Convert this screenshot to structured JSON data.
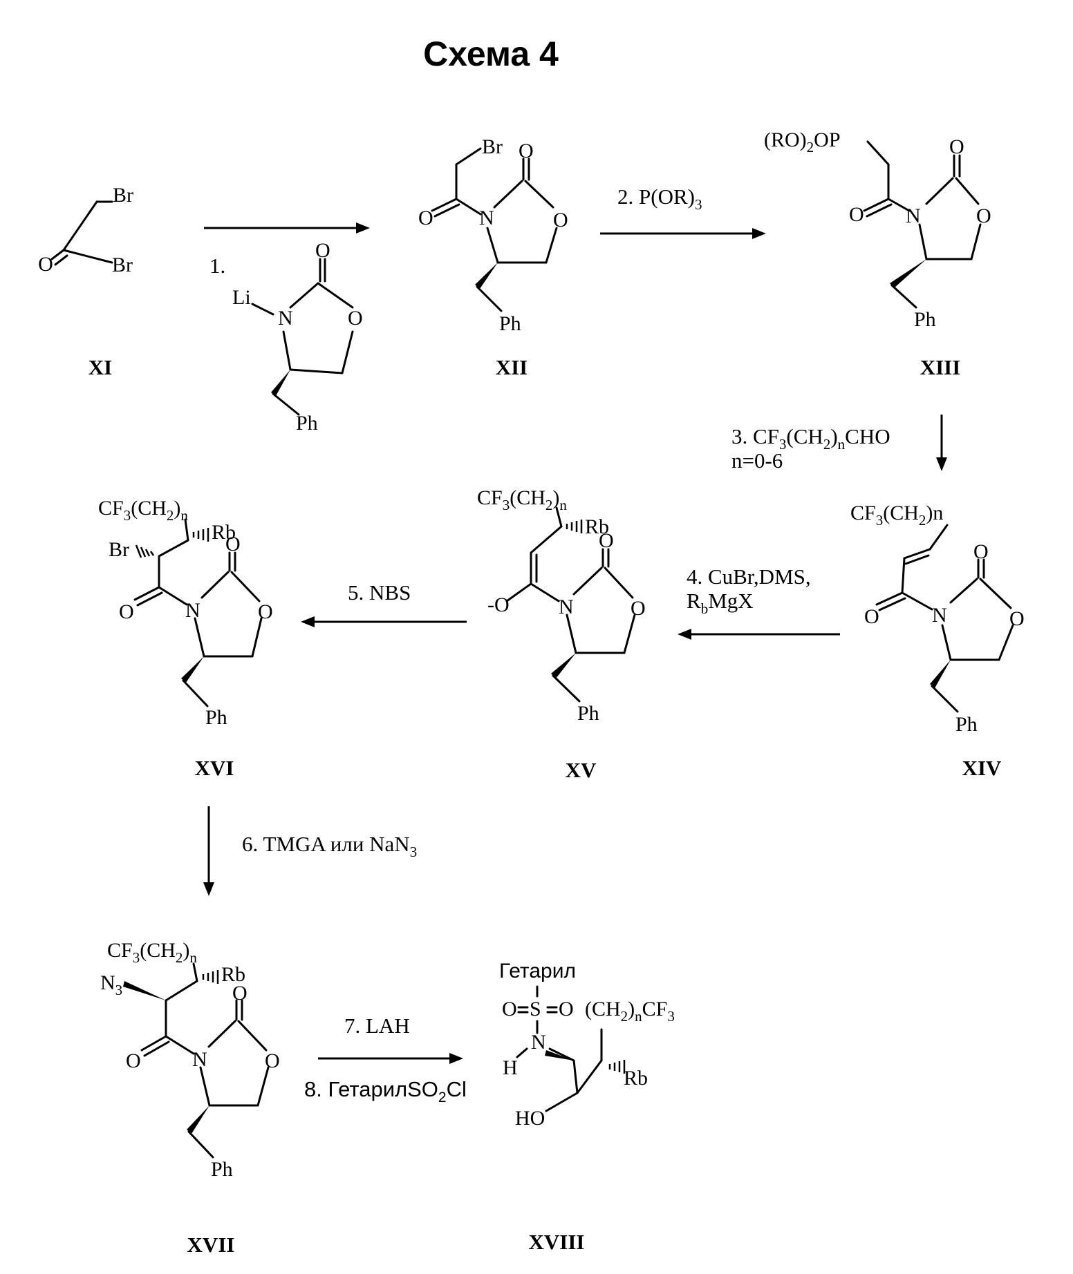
{
  "title": "Схема 4",
  "compounds": {
    "XI": "XI",
    "XII": "XII",
    "XIII": "XIII",
    "XIV": "XIV",
    "XV": "XV",
    "XVI": "XVI",
    "XVII": "XVII",
    "XVIII": "XVIII"
  },
  "steps": {
    "s1": "1.",
    "s2": "2. P(OR)",
    "s2_sub": "3",
    "s3a_pre": "3. CF",
    "s3a_sub1": "3",
    "s3a_mid": "(CH",
    "s3a_sub2": "2",
    "s3a_post": ")",
    "s3a_sub3": "n",
    "s3a_end": "CHO",
    "s3b": "n=0-6",
    "s4a": "4. CuBr,DMS,",
    "s4b_pre": "R",
    "s4b_sub": "b",
    "s4b_post": "MgX",
    "s5": "5. NBS",
    "s6_pre": "6. TMGA или NaN",
    "s6_sub": "3",
    "s7": "7. LAH",
    "s8_pre": "8. ГетарилSO",
    "s8_sub": "2",
    "s8_post": "Cl"
  },
  "atoms": {
    "Br": "Br",
    "O": "O",
    "N": "N",
    "Li": "Li",
    "Ph": "Ph",
    "Rb": "Rb",
    "H": "H",
    "S": "S",
    "HO": "HO",
    "minus_O": "-O",
    "RO2OP_pre": "(RO)",
    "RO2OP_sub": "2",
    "RO2OP_post": "OP",
    "CF3CH2n_a": "CF",
    "CF3CH2n_b": "3",
    "CF3CH2n_c": "(CH",
    "CF3CH2n_d": "2",
    "CF3CH2n_e": ")",
    "CF3CH2n_f": "n",
    "N3_pre": "N",
    "N3_sub": "3",
    "hetaryl": "Гетарил",
    "CH2nCF3_a": "(CH",
    "CH2nCF3_b": "2",
    "CH2nCF3_c": ")",
    "CH2nCF3_d": "n",
    "CH2nCF3_e": "CF",
    "CH2nCF3_f": "3"
  }
}
